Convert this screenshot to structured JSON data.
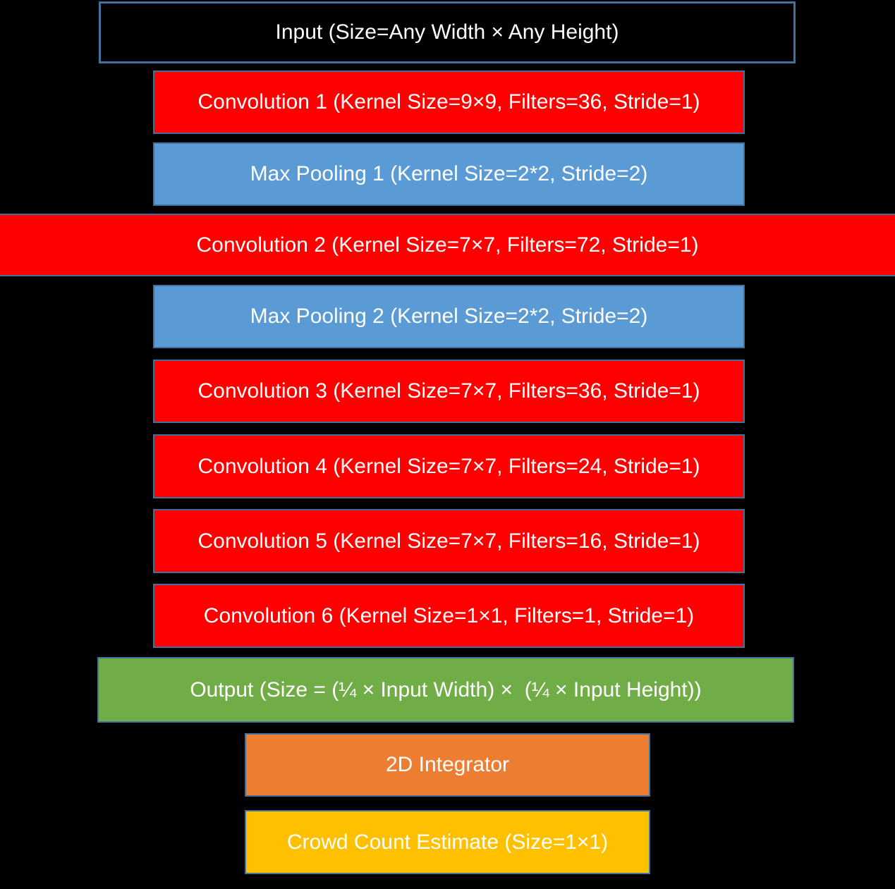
{
  "diagram": {
    "background": "#000000",
    "border_color": "#41719C",
    "text_color": "#FFFFFF",
    "layers": [
      {
        "name": "input",
        "label": "Input (Size=Any Width × Any Height)",
        "fill": "#000000"
      },
      {
        "name": "convolution-1",
        "label": "Convolution 1 (Kernel Size=9×9, Filters=36, Stride=1)",
        "fill": "#FF0000"
      },
      {
        "name": "max-pooling-1",
        "label": "Max Pooling 1 (Kernel Size=2*2, Stride=2)",
        "fill": "#5B9BD5"
      },
      {
        "name": "convolution-2",
        "label": "Convolution 2 (Kernel Size=7×7, Filters=72, Stride=1)",
        "fill": "#FF0000"
      },
      {
        "name": "max-pooling-2",
        "label": "Max Pooling 2 (Kernel Size=2*2, Stride=2)",
        "fill": "#5B9BD5"
      },
      {
        "name": "convolution-3",
        "label": "Convolution 3 (Kernel Size=7×7, Filters=36, Stride=1)",
        "fill": "#FF0000"
      },
      {
        "name": "convolution-4",
        "label": "Convolution 4 (Kernel Size=7×7, Filters=24, Stride=1)",
        "fill": "#FF0000"
      },
      {
        "name": "convolution-5",
        "label": "Convolution 5 (Kernel Size=7×7, Filters=16, Stride=1)",
        "fill": "#FF0000"
      },
      {
        "name": "convolution-6",
        "label": "Convolution 6 (Kernel Size=1×1, Filters=1, Stride=1)",
        "fill": "#FF0000"
      },
      {
        "name": "output",
        "label": "Output (Size = (¼ × Input Width) ×  (¼ × Input Height))",
        "fill": "#70AD47"
      },
      {
        "name": "2d-integrator",
        "label": "2D Integrator",
        "fill": "#ED7D31"
      },
      {
        "name": "crowd-count-estimate",
        "label": "Crowd Count Estimate (Size=1×1)",
        "fill": "#FFC000"
      }
    ]
  }
}
